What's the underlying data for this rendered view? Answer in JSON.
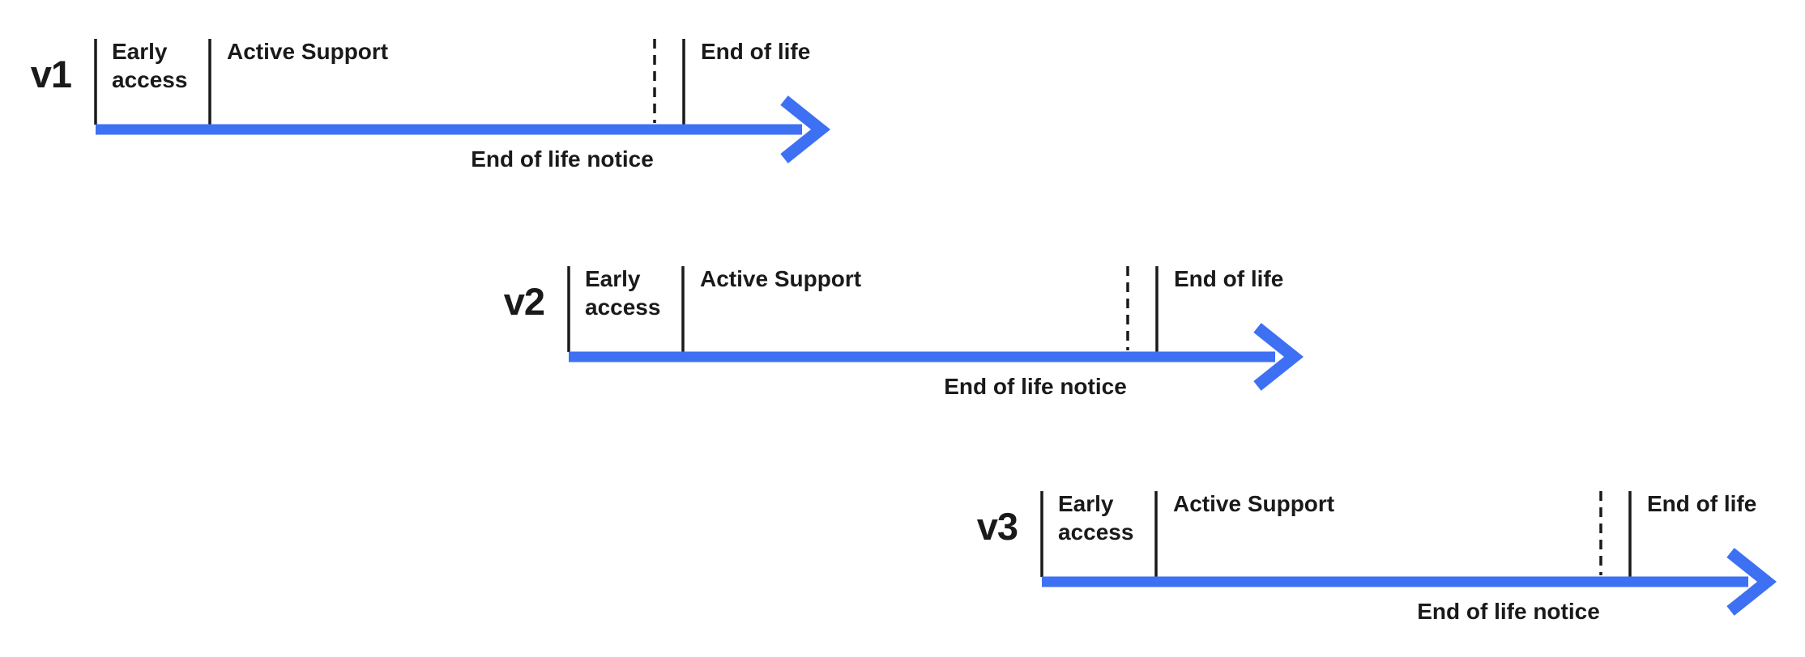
{
  "diagram": {
    "description": "Version support lifecycle timelines",
    "colors": {
      "arrow_blue": "#3E70F3",
      "line_black": "#1A1A1A",
      "text": "#1A1A1A",
      "background": "#FFFFFF"
    },
    "phase_sequence": [
      "Early access",
      "Active Support",
      "End of life notice",
      "End of life"
    ],
    "timelines": [
      {
        "version": "v1",
        "early_access_label": "Early access",
        "active_support_label": "Active Support",
        "end_of_life_label": "End of life",
        "end_of_life_notice_label": "End of life notice"
      },
      {
        "version": "v2",
        "early_access_label": "Early access",
        "active_support_label": "Active Support",
        "end_of_life_label": "End of life",
        "end_of_life_notice_label": "End of life notice"
      },
      {
        "version": "v3",
        "early_access_label": "Early access",
        "active_support_label": "Active Support",
        "end_of_life_label": "End of life",
        "end_of_life_notice_label": "End of life notice"
      }
    ]
  }
}
